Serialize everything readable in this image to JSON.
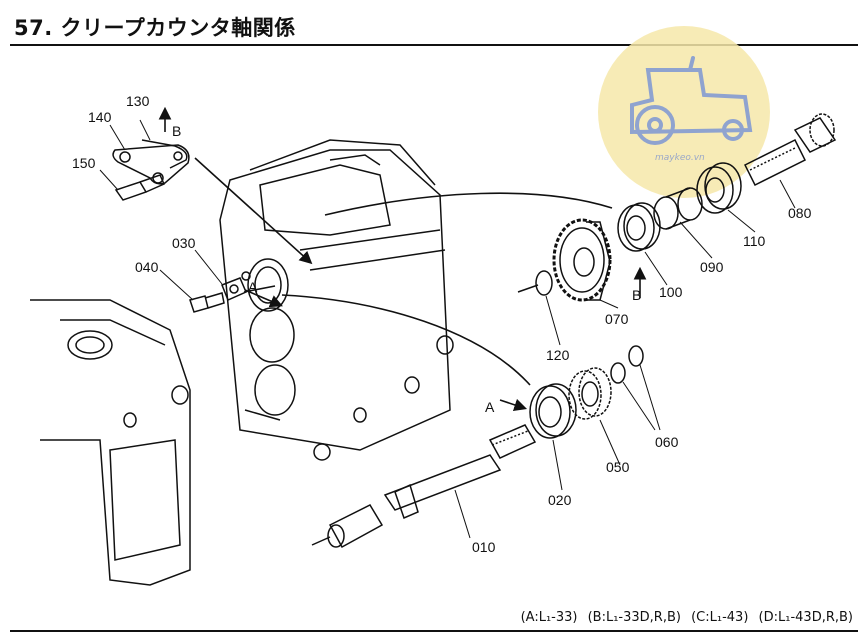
{
  "title": "57. クリープカウンタ軸関係",
  "parts": {
    "p010": "010",
    "p020": "020",
    "p030": "030",
    "p040": "040",
    "p050": "050",
    "p060": "060",
    "p070": "070",
    "p080": "080",
    "p090": "090",
    "p100": "100",
    "p110": "110",
    "p120": "120",
    "p130": "130",
    "p140": "140",
    "p150": "150"
  },
  "arrows": {
    "a_main": "A",
    "a_housing": "A",
    "b_top": "B",
    "b_gear": "B"
  },
  "footnote": {
    "a": "(A:L₁-33)",
    "b": "(B:L₁-33D,R,B)",
    "c": "(C:L₁-43)",
    "d": "(D:L₁-43D,R,B)"
  },
  "watermark": {
    "text": "maykeo.vn"
  },
  "colors": {
    "ink": "#111111",
    "watermark_circle": "#f6e7a9",
    "watermark_icon": "#8fa3cf"
  }
}
